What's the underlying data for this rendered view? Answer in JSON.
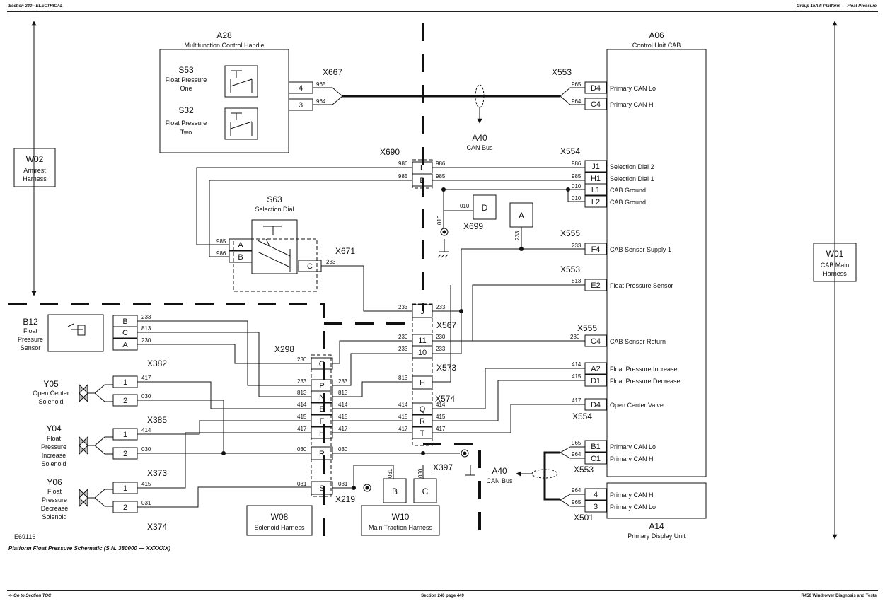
{
  "header": {
    "left": "Section 240 - ELECTRICAL",
    "right": "Group 15A8: Platform — Float Pressure"
  },
  "footer": {
    "left": "<- Go to Section TOC",
    "center": "Section 240 page 449",
    "right": "R450 Windrower Diagnosis and Tests"
  },
  "caption": "Platform Float Pressure Schematic (S.N. 380000 — XXXXXX)",
  "figure_id": "E69116",
  "components": {
    "a28": {
      "ref": "A28",
      "desc": "Multifunction Control Handle"
    },
    "s53": {
      "ref": "S53",
      "desc1": "Float Pressure",
      "desc2": "One"
    },
    "s32": {
      "ref": "S32",
      "desc1": "Float Pressure",
      "desc2": "Two"
    },
    "a06": {
      "ref": "A06",
      "desc": "Control Unit CAB"
    },
    "a40_top": {
      "ref": "A40",
      "desc": "CAN Bus"
    },
    "a40_bot": {
      "ref": "A40",
      "desc": "CAN Bus"
    },
    "s63": {
      "ref": "S63",
      "desc": "Selection Dial"
    },
    "b12": {
      "ref": "B12",
      "desc1": "Float",
      "desc2": "Pressure",
      "desc3": "Sensor"
    },
    "y05": {
      "ref": "Y05",
      "desc1": "Open Center",
      "desc2": "Solenoid"
    },
    "y04": {
      "ref": "Y04",
      "desc1": "Float",
      "desc2": "Pressure",
      "desc3": "Increase",
      "desc4": "Solenoid"
    },
    "y06": {
      "ref": "Y06",
      "desc1": "Float",
      "desc2": "Pressure",
      "desc3": "Decrease",
      "desc4": "Solenoid"
    },
    "a14": {
      "ref": "A14",
      "desc": "Primary Display Unit"
    },
    "w01": {
      "ref": "W01",
      "desc1": "CAB Main",
      "desc2": "Harness"
    },
    "w02": {
      "ref": "W02",
      "desc1": "Armrest",
      "desc2": "Harness"
    },
    "w08": {
      "ref": "W08",
      "desc": "Solenoid Harness"
    },
    "w10": {
      "ref": "W10",
      "desc": "Main Traction Harness"
    },
    "ref_a": "A",
    "ref_b": "B",
    "ref_c": "C",
    "ref_d": "D"
  },
  "connectors": {
    "x667": "X667",
    "x553a": "X553",
    "x554a": "X554",
    "x690": "X690",
    "x699": "X699",
    "x671": "X671",
    "x555a": "X555",
    "x553b": "X553",
    "x567": "X567",
    "x555b": "X555",
    "x298": "X298",
    "x573": "X573",
    "x574": "X574",
    "x554b": "X554",
    "x382": "X382",
    "x385": "X385",
    "x373": "X373",
    "x374": "X374",
    "x397": "X397",
    "x553c": "X553",
    "x219": "X219",
    "x501": "X501"
  },
  "pins": {
    "x667_4": "4",
    "x667_3": "3",
    "a06_d4a": "D4",
    "a06_c4a": "C4",
    "a06_j1": "J1",
    "a06_h1": "H1",
    "a06_l1": "L1",
    "a06_l2": "L2",
    "a06_f4": "F4",
    "a06_e2": "E2",
    "a06_c4b": "C4",
    "a06_a2": "A2",
    "a06_d1": "D1",
    "a06_d4b": "D4",
    "a06_b1": "B1",
    "a06_c1": "C1",
    "x690_l": "L",
    "x690_b": "B",
    "s63_a": "A",
    "s63_b": "B",
    "s63_c": "C",
    "b12_b": "B",
    "b12_c": "C",
    "b12_a": "A",
    "x567_j": "J",
    "x567_11": "11",
    "x567_10": "10",
    "x573_h": "H",
    "x574_q": "Q",
    "x574_r": "R",
    "x574_t": "T",
    "x298_o": "O",
    "x298_p": "P",
    "x298_n": "N",
    "x298_e": "E",
    "x298_f": "F",
    "x298_h": "H",
    "x298_r": "R",
    "x298_s": "S",
    "y05_1": "1",
    "y05_2": "2",
    "y04_1": "1",
    "y04_2": "2",
    "y06_1": "1",
    "y06_2": "2",
    "a14_4": "4",
    "a14_3": "3"
  },
  "wires": {
    "w965": "965",
    "w964": "964",
    "w986": "986",
    "w985": "985",
    "w010": "010",
    "w233": "233",
    "w813": "813",
    "w230": "230",
    "w414": "414",
    "w415": "415",
    "w417": "417",
    "w030": "030",
    "w031": "031"
  },
  "signals": {
    "primary_can_lo": "Primary CAN Lo",
    "primary_can_hi": "Primary CAN Hi",
    "selection_dial_2": "Selection Dial 2",
    "selection_dial_1": "Selection Dial 1",
    "cab_ground": "CAB Ground",
    "cab_sensor_supply": "CAB Sensor Supply 1",
    "float_pressure_sensor": "Float Pressure Sensor",
    "cab_sensor_return": "CAB Sensor Return",
    "float_pressure_increase": "Float Pressure Increase",
    "float_pressure_decrease": "Float Pressure Decrease",
    "open_center_valve": "Open Center Valve"
  }
}
